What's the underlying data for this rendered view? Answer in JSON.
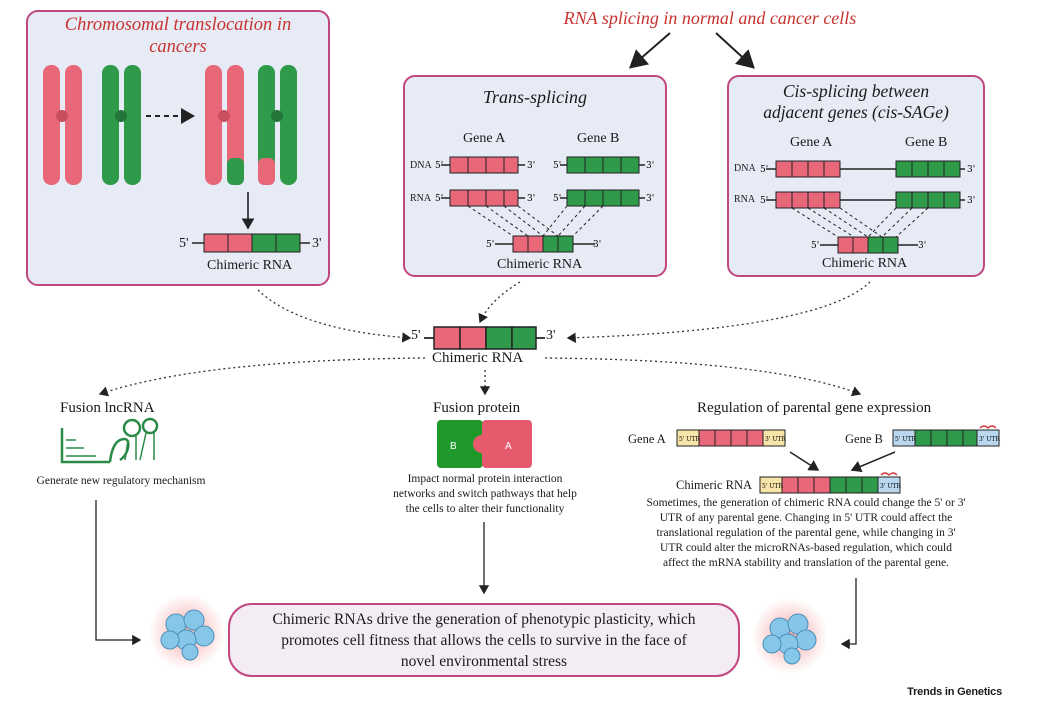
{
  "colors": {
    "pink": "#e8687a",
    "green": "#2f9a4a",
    "panel_border": "#c2477f",
    "panel_bg": "#e6ebf5",
    "red_text": "#c8332f"
  },
  "chromosomal": {
    "title_line1": "Chromosomal translocation in",
    "title_line2": "cancers",
    "label": "Chimeric RNA",
    "five": "5'",
    "three": "3'"
  },
  "top_title": "RNA splicing in normal and cancer cells",
  "trans": {
    "title": "Trans-splicing",
    "gene_a": "Gene A",
    "gene_b": "Gene B",
    "dna": "DNA",
    "rna": "RNA",
    "label": "Chimeric RNA",
    "five": "5'",
    "three": "3'"
  },
  "cis": {
    "title_line1": "Cis-splicing between",
    "title_line2": "adjacent genes (cis-SAGe)",
    "gene_a": "Gene A",
    "gene_b": "Gene B",
    "dna": "DNA",
    "rna": "RNA",
    "label": "Chimeric RNA",
    "five": "5'",
    "three": "3'"
  },
  "center": {
    "label": "Chimeric RNA",
    "five": "5'",
    "three": "3'"
  },
  "outcomes": {
    "lnc_title": "Fusion lncRNA",
    "lnc_desc": "Generate new regulatory mechanism",
    "protein_title": "Fusion protein",
    "protein_b": "B",
    "protein_a": "A",
    "protein_desc_lines": [
      "Impact normal protein interaction",
      "networks and switch pathways that help",
      "the cells to alter their functionality"
    ],
    "reg_title": "Regulation of parental gene expression",
    "reg_gene_a": "Gene A",
    "reg_gene_b": "Gene B",
    "reg_chimeric": "Chimeric RNA",
    "utr5": "5' UTR",
    "utr3": "3' UTR",
    "reg_desc_lines": [
      "Sometimes, the generation of chimeric RNA could change the 5' or 3'",
      "UTR of any parental gene. Changing in 5' UTR could affect the",
      "translational regulation of the parental gene, while changing in 3'",
      "UTR could alter the microRNAs-based regulation, which could",
      "affect the mRNA stability and translation of the parental gene."
    ]
  },
  "bottom_lines": [
    "Chimeric RNAs drive the generation of phenotypic plasticity, which",
    "promotes cell fitness that allows the cells to survive in the face of",
    "novel environmental stress"
  ],
  "footer": "Trends in Genetics"
}
